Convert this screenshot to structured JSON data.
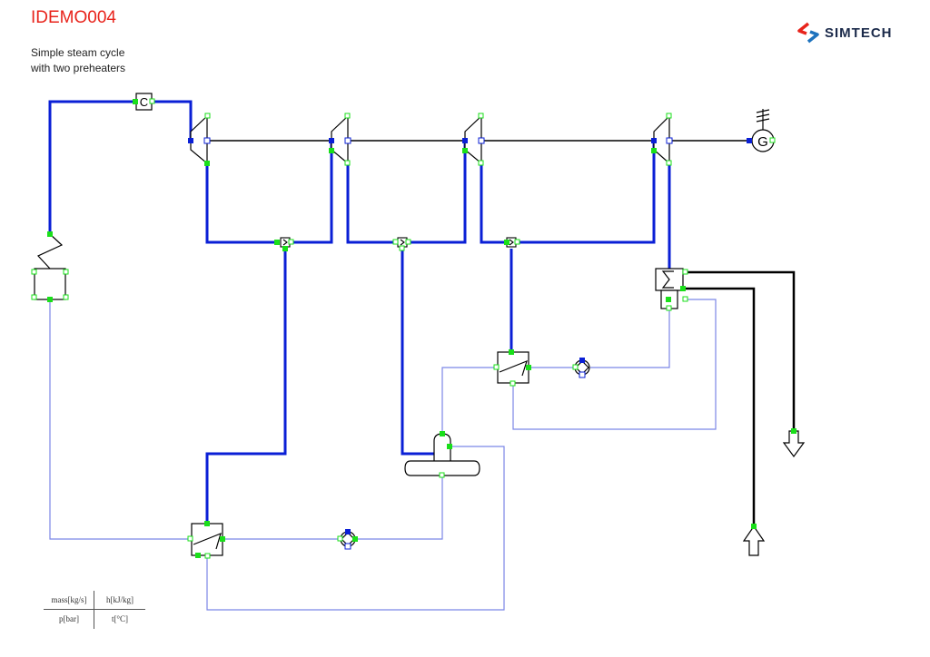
{
  "header": {
    "title": "IDEMO004",
    "subtitle_line1": "Simple steam cycle",
    "subtitle_line2": "with two preheaters"
  },
  "brand": {
    "name": "SIMTECH",
    "icon": "simtech-logo-icon",
    "colors": {
      "red": "#e8231b",
      "blue": "#1e73be",
      "text": "#1b2a4a"
    }
  },
  "legend": {
    "top_left": "mass[kg/s]",
    "top_right": "h[kJ/kg]",
    "bottom_left": "p[bar]",
    "bottom_right": "t[°C]"
  },
  "diagram": {
    "colors": {
      "steam_line": "#0a1fd6",
      "water_line": "#7b86e6",
      "shaft": "#000000",
      "connector": "#1adf1a",
      "component": "#000000"
    },
    "components": [
      "condenser-c",
      "boiler",
      "turbine-1",
      "turbine-2",
      "turbine-3",
      "turbine-4",
      "generator",
      "splitter-1",
      "splitter-2",
      "splitter-3",
      "condenser-hx",
      "preheater-low",
      "preheater-high",
      "feedwater-pump",
      "condensate-pump",
      "feedwater-tank",
      "cooling-water-inlet",
      "cooling-water-outlet"
    ],
    "labels": {
      "condenser_c": "C",
      "generator": "G"
    }
  }
}
